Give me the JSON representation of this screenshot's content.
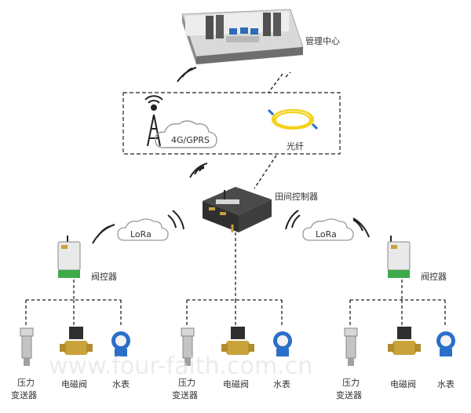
{
  "nodes": {
    "management_center": "管理中心",
    "field_controller": "田间控制器",
    "valve_controller_left": "阀控器",
    "valve_controller_right": "阀控器"
  },
  "links": {
    "cellular": "4G/GPRS",
    "fiber": "光纤",
    "lora_left": "LoRa",
    "lora_right": "LoRa"
  },
  "devices": [
    {
      "pressure_line1": "压力",
      "pressure_line2": "变送器",
      "valve": "电磁阀",
      "meter": "水表"
    },
    {
      "pressure_line1": "压力",
      "pressure_line2": "变送器",
      "valve": "电磁阀",
      "meter": "水表"
    },
    {
      "pressure_line1": "压力",
      "pressure_line2": "变送器",
      "valve": "电磁阀",
      "meter": "水表"
    }
  ],
  "watermark": "www.four-faith.com.cn",
  "colors": {
    "line": "#222222",
    "cloud_stroke": "#9a9a9a",
    "fiber_yellow": "#f2d21b",
    "device_dark": "#3a3a3a",
    "valve_brass": "#c9a23a",
    "meter_blue": "#2a6fc9",
    "terminal_green": "#3daa4a"
  }
}
